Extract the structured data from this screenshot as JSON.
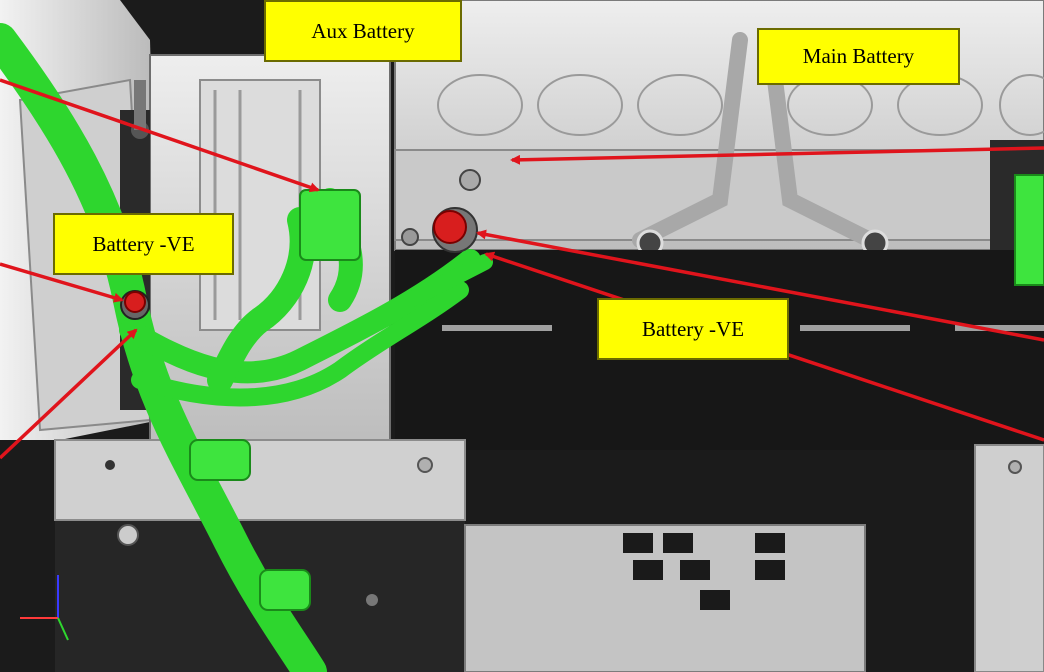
{
  "labels": {
    "aux_battery": "Aux Battery",
    "main_battery": "Main Battery",
    "battery_neg_left": "Battery -VE",
    "battery_neg_right": "Battery -VE"
  },
  "colors": {
    "callout_fill": "#ffff00",
    "arrow": "#e0141c",
    "cable": "#2ed62e",
    "terminal": "#d81e1e",
    "metal_light": "#d9d9d9",
    "metal_dark": "#1a1a1a"
  }
}
